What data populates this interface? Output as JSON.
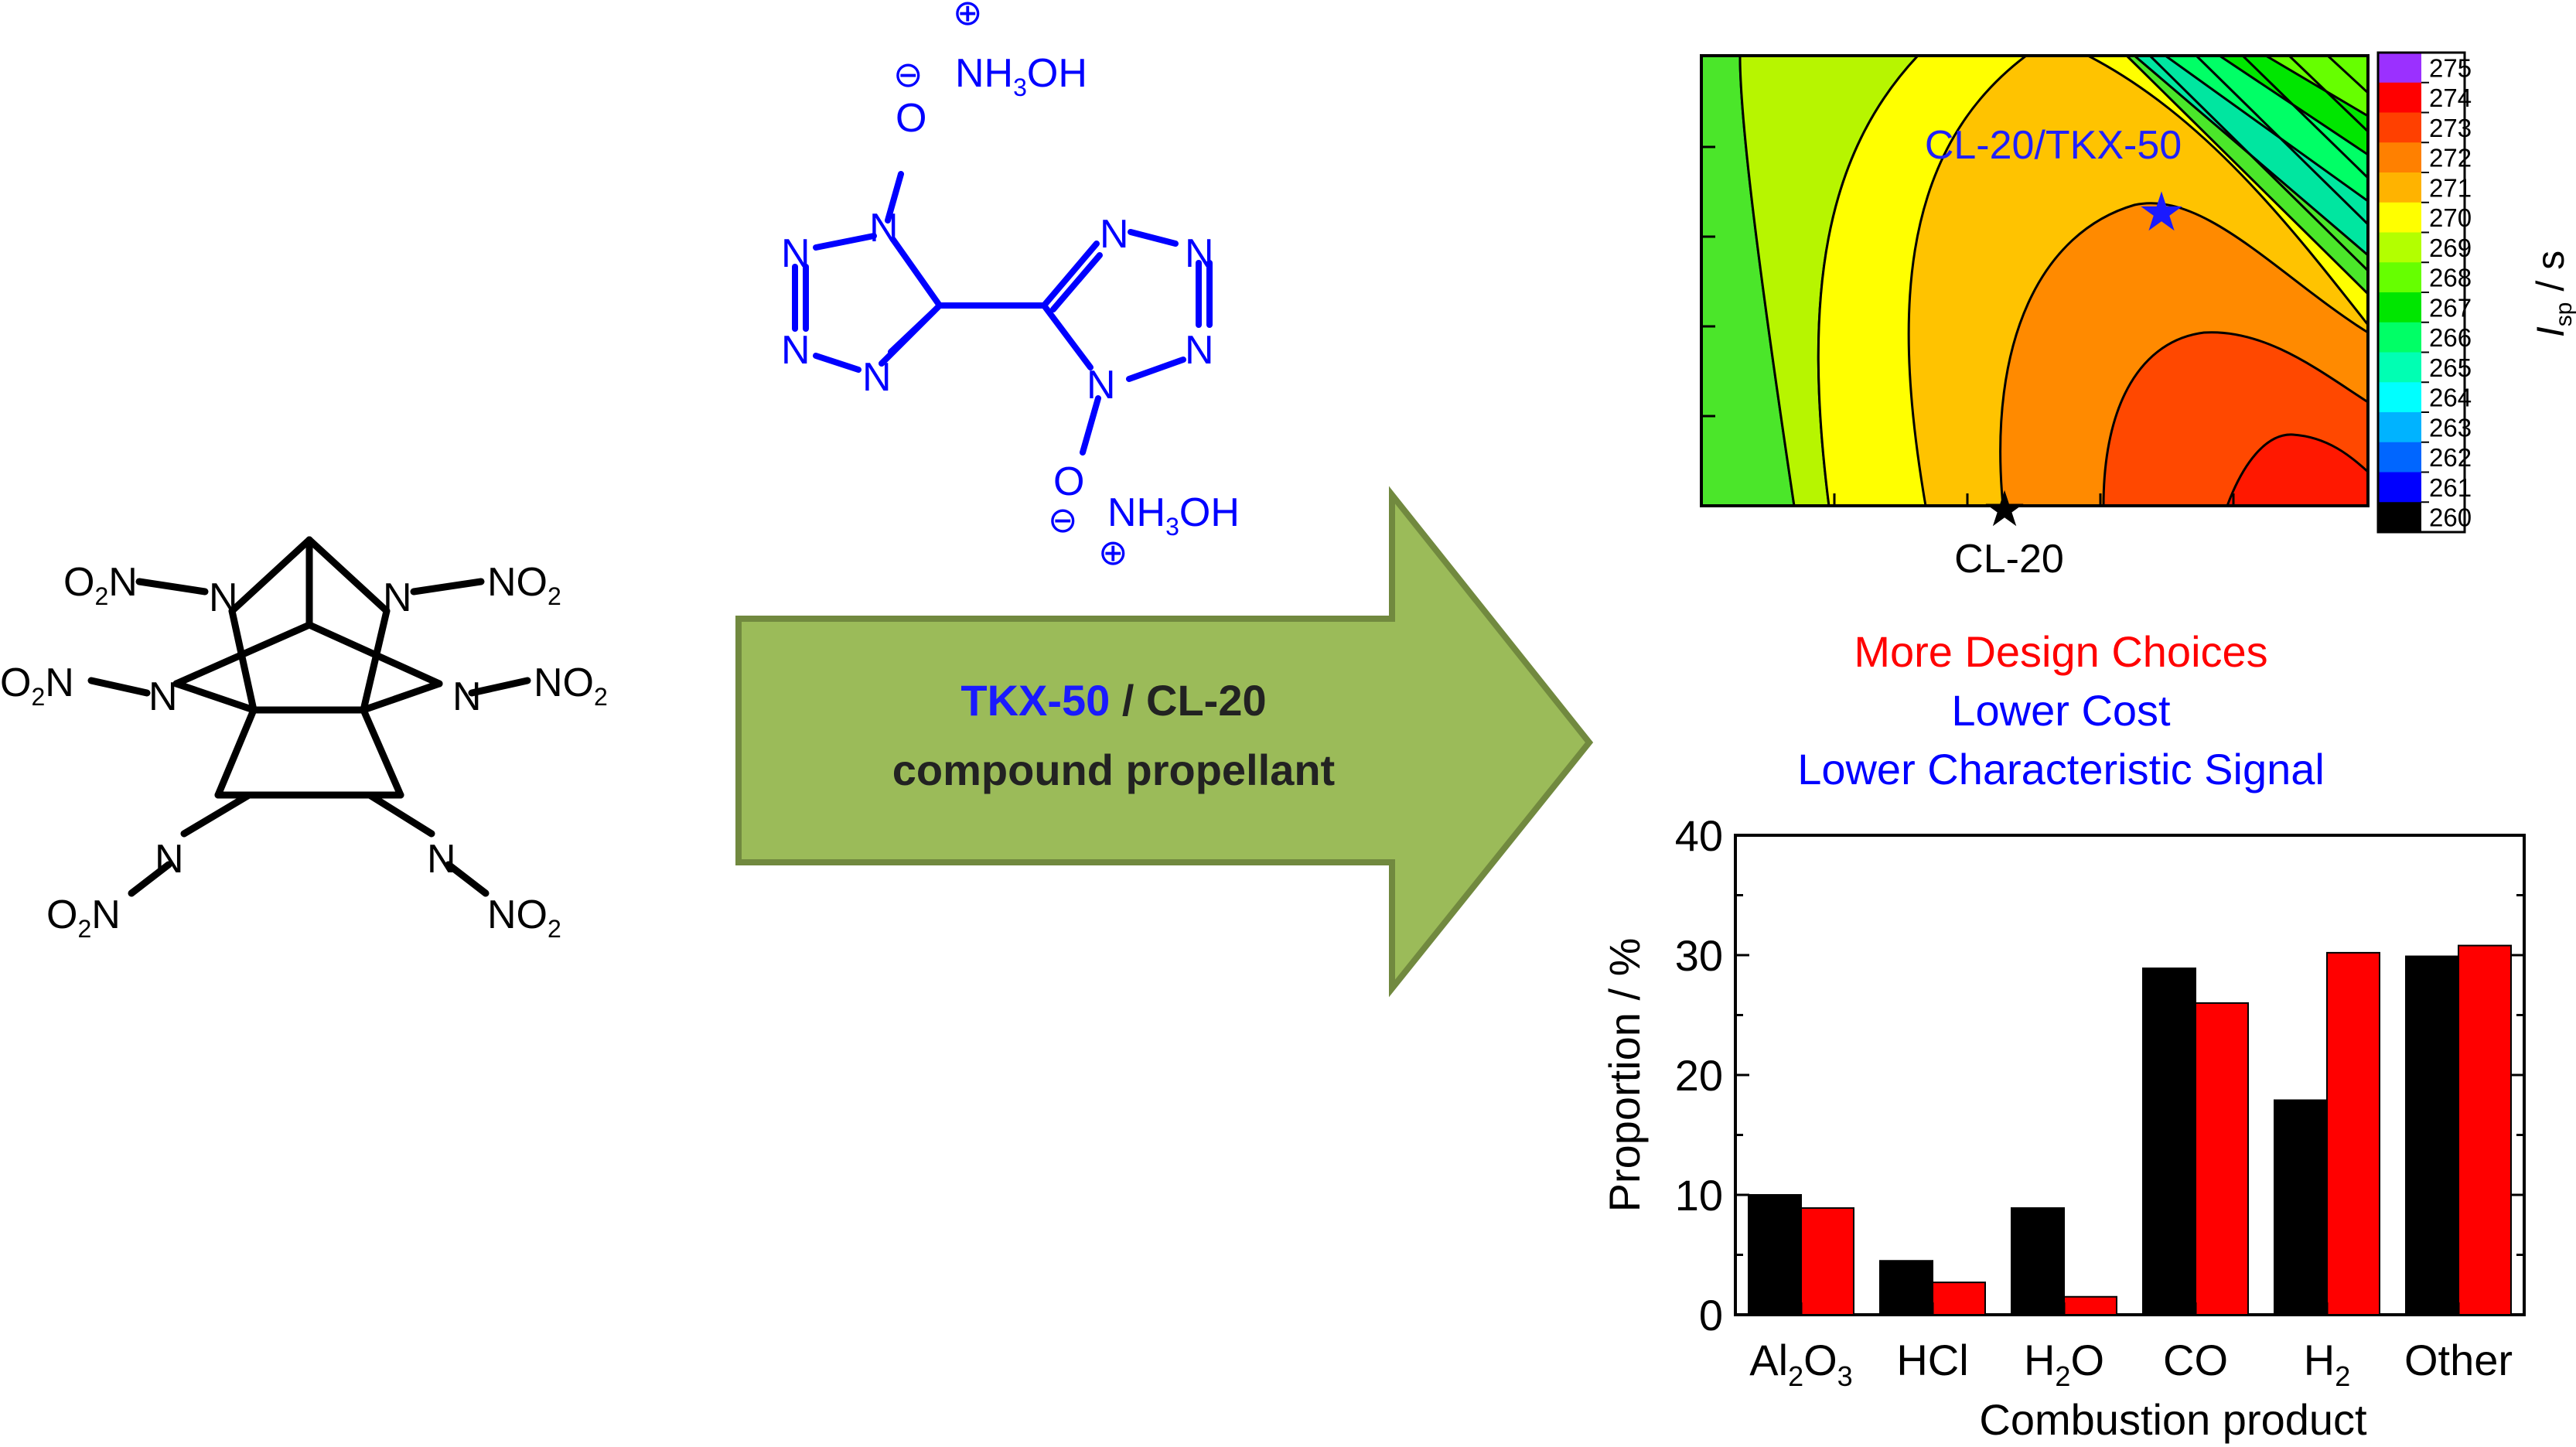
{
  "arrow": {
    "line1_tkx": "TKX-50",
    "line1_sep": " / ",
    "line1_cl": "CL-20",
    "line2": "compound propellant",
    "fill": "#9bbb59",
    "stroke": "#71893f"
  },
  "cl20": {
    "o2n_tl": "O",
    "o2n_tl_sub": "2",
    "o2n_tl_n": "N",
    "no2_tr": "NO",
    "no2_tr_sub": "2",
    "o2n_ml": "O",
    "o2n_ml_sub": "2",
    "o2n_ml_n": "N",
    "no2_mr": "NO",
    "no2_mr_sub": "2",
    "o2n_bl": "O",
    "o2n_bl_sub": "2",
    "o2n_bl_n": "N",
    "no2_br": "NO",
    "no2_br_sub": "2",
    "n": "N"
  },
  "tkx50": {
    "color": "#0000ff",
    "n": "N",
    "o": "O",
    "plus": "⊕",
    "minus": "⊖",
    "nh3oh_a": "NH",
    "nh3oh_sub": "3",
    "nh3oh_b": "OH"
  },
  "contour": {
    "marker_top": "CL-20/TKX-50",
    "marker_bottom": "CL-20",
    "axis_label": "I",
    "axis_label_sub": "sp",
    "axis_label_unit": " / s",
    "colorbar": [
      {
        "value": "275",
        "color": "#9b30ff"
      },
      {
        "value": "274",
        "color": "#ff0000"
      },
      {
        "value": "273",
        "color": "#ff4000"
      },
      {
        "value": "272",
        "color": "#ff8000"
      },
      {
        "value": "271",
        "color": "#ffb300"
      },
      {
        "value": "270",
        "color": "#ffff00"
      },
      {
        "value": "269",
        "color": "#b3ff00"
      },
      {
        "value": "268",
        "color": "#66ff00"
      },
      {
        "value": "267",
        "color": "#00e600"
      },
      {
        "value": "266",
        "color": "#00ff66"
      },
      {
        "value": "265",
        "color": "#00ffb3"
      },
      {
        "value": "264",
        "color": "#00ffff"
      },
      {
        "value": "263",
        "color": "#00b3ff"
      },
      {
        "value": "262",
        "color": "#0066ff"
      },
      {
        "value": "261",
        "color": "#0000ff"
      },
      {
        "value": "260",
        "color": "#000000"
      }
    ]
  },
  "benefits": [
    {
      "text": "More Design Choices",
      "color": "#ff0000"
    },
    {
      "text": "Lower Cost",
      "color": "#0000ff"
    },
    {
      "text": "Lower Characteristic Signal",
      "color": "#0000ff"
    }
  ],
  "chart_data": {
    "type": "bar",
    "title": "",
    "xlabel": "Combustion product",
    "ylabel": "Proportion / %",
    "ylim": [
      0,
      40
    ],
    "yticks": [
      "0",
      "10",
      "20",
      "30",
      "40"
    ],
    "categories": [
      {
        "main": "Al",
        "sub1": "2",
        "mid": "O",
        "sub2": "3"
      },
      {
        "main": "HCl",
        "sub1": "",
        "mid": "",
        "sub2": ""
      },
      {
        "main": "H",
        "sub1": "2",
        "mid": "O",
        "sub2": ""
      },
      {
        "main": "CO",
        "sub1": "",
        "mid": "",
        "sub2": ""
      },
      {
        "main": "H",
        "sub1": "2",
        "mid": "",
        "sub2": ""
      },
      {
        "main": "Other",
        "sub1": "",
        "mid": "",
        "sub2": ""
      }
    ],
    "series": [
      {
        "values": [
          10.0,
          4.5,
          8.9,
          28.9,
          17.9,
          29.9
        ],
        "color": "#000000"
      },
      {
        "values": [
          8.9,
          2.7,
          1.5,
          26.0,
          30.2,
          30.8
        ],
        "color": "#ff0000"
      }
    ],
    "grid": false,
    "legend": "none"
  }
}
